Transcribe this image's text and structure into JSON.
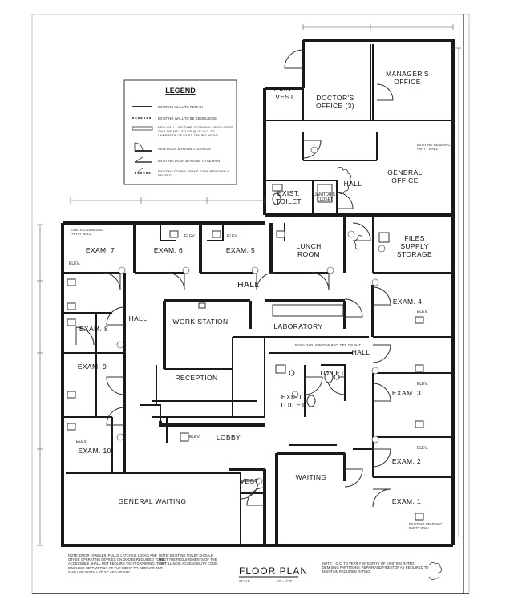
{
  "legend": {
    "title": "LEGEND",
    "items": [
      "EXISTING WALL TO REMAIN",
      "EXISTING WALL TO BE DEMOLISHED",
      "NEW WALL - 5/8\" TYPE 'X' DRYWALL BOTH SIDES ON 3-5/8\" MTL. STUDS @ 16\" O.C. TO UNDERSIDE OF EXIST. CEILING ABOVE",
      "NEW DOOR & FRAME LOCATION",
      "EXISTING DOOR & FRAME TO REMAIN",
      "EXISTING DOOR & FRAME TO BE REMOVED & REUSED"
    ]
  },
  "rooms": {
    "manager": "MANAGER'S OFFICE",
    "doctor": "DOCTOR'S OFFICE (3)",
    "vest_top": "EXIST. VEST.",
    "general_office": "GENERAL OFFICE",
    "hall_top": "HALL",
    "exist_toilet_top": "EXIST. TOILET",
    "janitor": "JANITOR'S CLOSET",
    "exam7": "EXAM. 7",
    "exam6": "EXAM. 6",
    "exam5": "EXAM. 5",
    "lunch": "LUNCH ROOM",
    "files": "FILES SUPPLY STORAGE",
    "hall_main": "HALL",
    "exam8": "EXAM. 8",
    "hall_left": "HALL",
    "work_station": "WORK STATION",
    "laboratory": "LABORATORY",
    "exam4": "EXAM. 4",
    "hall_right": "HALL",
    "exam9": "EXAM. 9",
    "reception": "RECEPTION",
    "toilet": "TOILET",
    "exist_toilet": "EXIST. TOILET",
    "exam3": "EXAM. 3",
    "lobby": "LOBBY",
    "exam10": "EXAM. 10",
    "exam2": "EXAM. 2",
    "vest": "VEST.",
    "waiting": "WAITING",
    "general_waiting": "GENERAL WAITING",
    "exam1": "EXAM. 1"
  },
  "labels": {
    "existing_party_wall": "EXISTING DEMISING PARTY WALL",
    "elev": "ELEV.",
    "pass_thru": "PASS-THRU WINDOW REC. DET. ON SHT."
  },
  "notes": {
    "left": "NOTE: DOOR HANDLES, PULLS, LATCHES, LOCKS AND OTHER OPERATING DEVICES ON DOORS REQUIRED TO BE ACCESSIBLE SHALL NOT REQUIRE TIGHT GRASPING, TIGHT PINCHING OR TWISTING OF THE WRIST TO OPERATE AND SHALL BE INSTALLED 34\" AND 48\" AFF.",
    "middle": "NOTE: EXISTING TOILET SHOULD MEET THE REQUIREMENTS OF THE 1997 ILLINOIS ACCESSIBILITY CODE.",
    "right": "NOTE: - G.C. TO VERIFY INTEGRITY OF EXISTING RATED DEMISING PARTITIONS. REPAIR AND FIRESTOP AS REQUIRED TO MAINTAIN REQUIRED RATING."
  },
  "title": {
    "main": "FLOOR PLAN",
    "scale_label": "SCALE",
    "scale_value": "1/4\" = 1'-0\""
  }
}
